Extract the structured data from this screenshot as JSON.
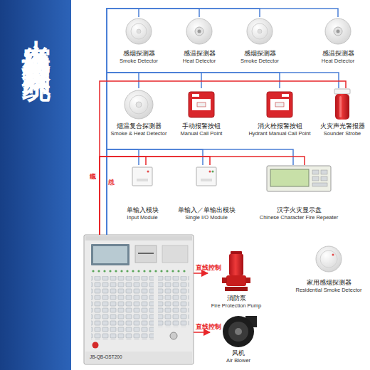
{
  "diagram": {
    "title": "火灾自动报警控制系统",
    "nodes": [
      {
        "text": [
          "感烟探测器",
          "Smoke Detector"
        ]
      },
      {
        "text": [
          "感温探测器",
          "Heat Detector"
        ]
      },
      {
        "text": [
          "感烟探测器",
          "Smoke Detector"
        ]
      },
      {
        "text": [
          "感温探测器",
          "Heat Detector"
        ]
      },
      {
        "text": [
          "烟温复合探测器",
          "Smoke & Heat Detector"
        ]
      },
      {
        "text": [
          "手动报警按钮",
          "Manual Call Point"
        ]
      },
      {
        "text": [
          "消火栓报警按钮",
          "Hydrant Manual Call Point"
        ]
      },
      {
        "text": [
          "火灾声光警报器",
          "Sounder Strobe"
        ]
      },
      {
        "text": [
          "单输入模块",
          "Input Module"
        ]
      },
      {
        "text": [
          "单输入／单输出模块",
          "Single I/O Module"
        ]
      },
      {
        "text": [
          "汉字火灾显示盘",
          "Chinese Character Fire Repeater"
        ]
      },
      {
        "text": [
          "JB-QB-GST200"
        ]
      },
      {
        "text": [
          "消防泵",
          "Fire Protection Pump"
        ]
      },
      {
        "text": [
          "家用感烟探测器",
          "Residential Smoke Detector"
        ]
      },
      {
        "text": [
          "风机",
          "Air Blower"
        ]
      }
    ],
    "edges": [
      {
        "from": 11,
        "to": 0,
        "arrow": "none"
      },
      {
        "from": 11,
        "to": 1,
        "arrow": "none"
      },
      {
        "from": 11,
        "to": 2,
        "arrow": "none"
      },
      {
        "from": 11,
        "to": 3,
        "arrow": "none"
      },
      {
        "from": 11,
        "to": 4,
        "arrow": "none"
      },
      {
        "from": 11,
        "to": 5,
        "arrow": "none"
      },
      {
        "from": 11,
        "to": 6,
        "arrow": "none"
      },
      {
        "from": 11,
        "to": 7,
        "arrow": "none"
      },
      {
        "from": 11,
        "to": 8,
        "arrow": "none"
      },
      {
        "from": 11,
        "to": 9,
        "arrow": "none"
      },
      {
        "from": 11,
        "to": 10,
        "arrow": "none"
      },
      {
        "from": 11,
        "to": 7,
        "arrow": "none"
      },
      {
        "from": 11,
        "to": 8,
        "arrow": "none"
      },
      {
        "from": 11,
        "to": 9,
        "arrow": "none"
      },
      {
        "from": 11,
        "to": 10,
        "arrow": "none"
      },
      {
        "from": 11,
        "to": 12,
        "label": "直线控制",
        "arrow": "to"
      },
      {
        "from": 11,
        "to": 14,
        "label": "直线控制",
        "arrow": "to"
      }
    ],
    "labels": [
      "总线",
      "电源线"
    ]
  }
}
